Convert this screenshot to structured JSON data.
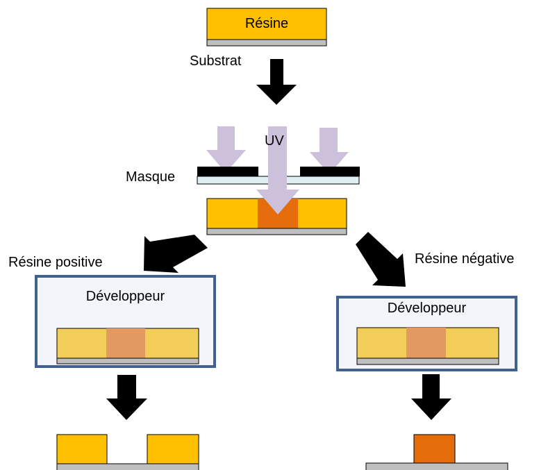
{
  "labels": {
    "resin": "Résine",
    "substrate": "Substrat",
    "uv": "UV",
    "mask": "Masque",
    "positive_resin": "Résine positive",
    "negative_resin": "Résine négative",
    "developer_left": "Développeur",
    "developer_right": "Développeur"
  },
  "colors": {
    "resin": "#FFC000",
    "resin_developer": "#F2CE58",
    "exposed": "#E46C0A",
    "exposed_developer": "#E39A62",
    "substrate": "#BFBFBF",
    "uv_arrow": "#CCC0DA",
    "mask_plate": "#DDEFF3",
    "mask_metal": "#000000",
    "developer_frame": "#41628F",
    "developer_bg": "#F3F5FA",
    "arrow": "#000000"
  }
}
